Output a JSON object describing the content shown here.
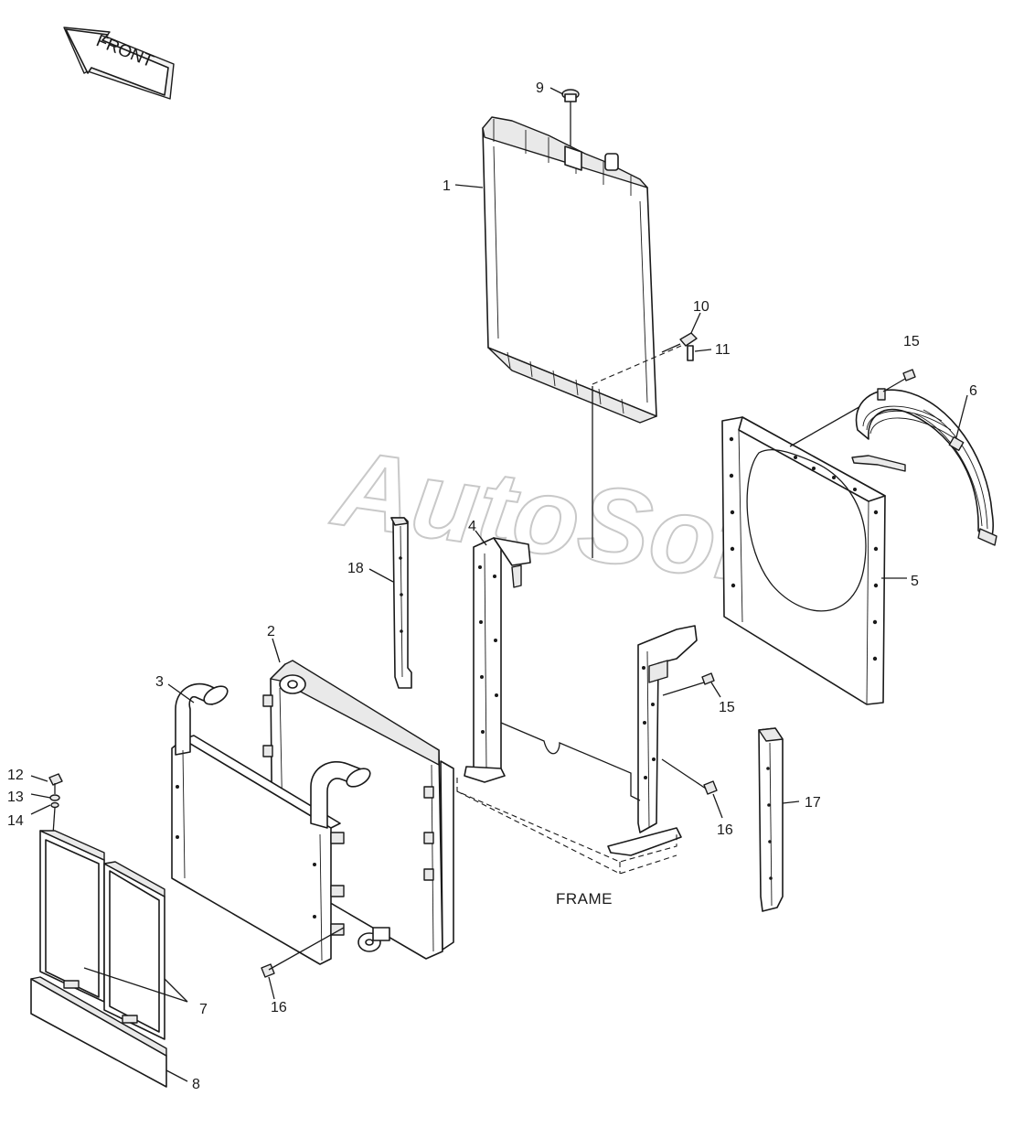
{
  "front_label": "FRONT",
  "frame_label": "FRAME",
  "watermark": "AutoSoft",
  "callouts": {
    "c1": "1",
    "c2": "2",
    "c3": "3",
    "c4": "4",
    "c5": "5",
    "c6": "6",
    "c7": "7",
    "c8": "8",
    "c9": "9",
    "c10": "10",
    "c11": "11",
    "c12": "12",
    "c13": "13",
    "c14": "14",
    "c15a": "15",
    "c15b": "15",
    "c16a": "16",
    "c16b": "16",
    "c17": "17",
    "c18": "18"
  }
}
